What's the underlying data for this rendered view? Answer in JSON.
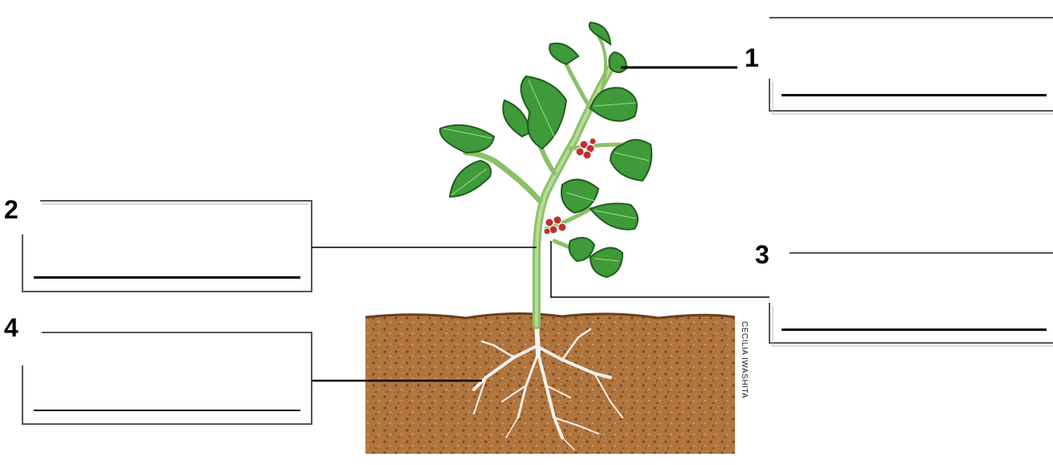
{
  "labels": {
    "n1": "1",
    "n2": "2",
    "n3": "3",
    "n4": "4"
  },
  "credit": "CECILIA IWASHITA",
  "answers": {
    "box1": "",
    "box2": "",
    "box3": "",
    "box4": ""
  }
}
